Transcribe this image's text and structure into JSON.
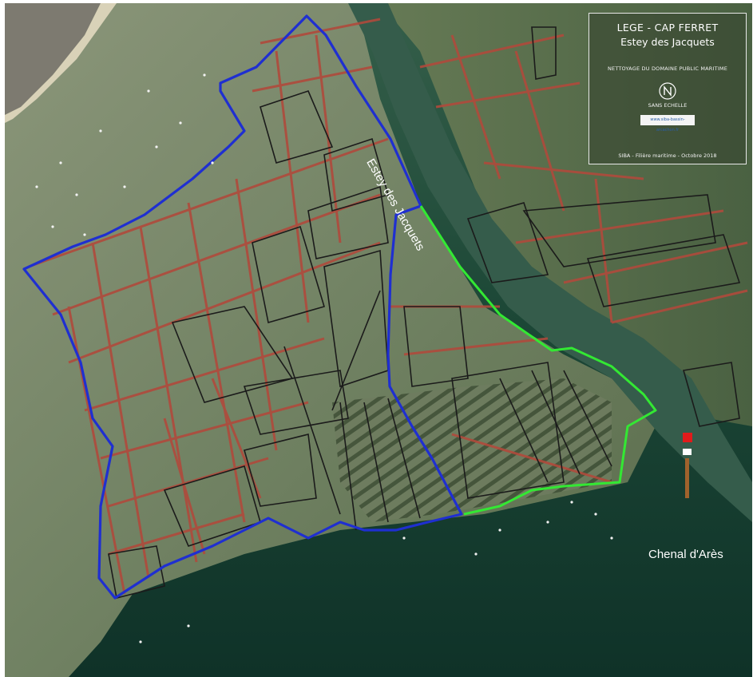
{
  "legend": {
    "title": "LEGE - CAP FERRET",
    "subtitle": "Estey des Jacquets",
    "caption": "NETTOYAGE DU DOMAINE PUBLIC MARITIME",
    "scale": "SANS ECHELLE",
    "logo_text": "www.siba-bassin-arcachon.fr",
    "credit": "SIBA - Filière maritime - Octobre 2018"
  },
  "labels": {
    "channel": "Chenal d'Arès",
    "estey": "Estey des Jacquets"
  },
  "colors": {
    "water_deep": "#12382e",
    "water_mid": "#2c5a45",
    "tidal_flat": "#6e7f61",
    "marsh": "#59704a",
    "cleaning_zone": "#1f2fd1",
    "shore_line": "#33e833",
    "parcel_red": "#b04a3c",
    "parcel_black": "#1b1b1b",
    "beacon_red": "#e01b1b",
    "beacon_pole": "#a0622c"
  }
}
